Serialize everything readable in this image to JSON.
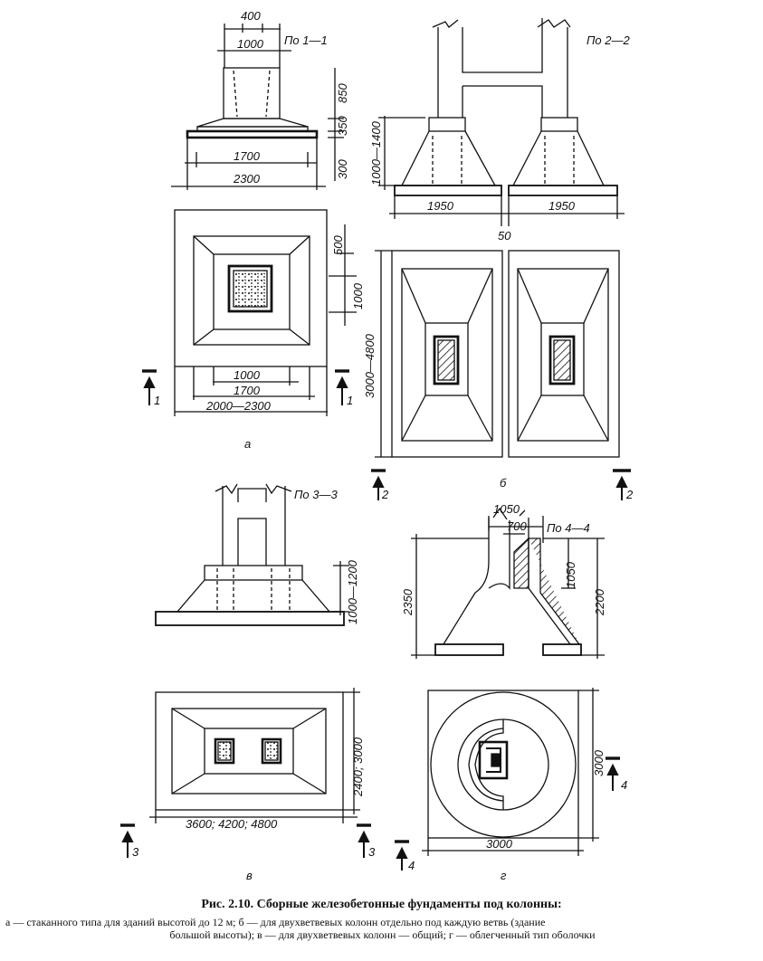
{
  "figure": {
    "title": "Рис. 2.10. Сборные железобетонные фундаменты под колонны:",
    "description_line1": "а — стаканного типа для зданий высотой до 12 м; б — для двухветвевых колонн отдельно под каждую ветвь (здание",
    "description_line2": "большой высоты); в — для двухветвевых колонн — общий; г — облегченный тип оболочки"
  },
  "panel_a": {
    "label": "а",
    "section_title": "По 1—1",
    "dims": {
      "top_400": "400",
      "top_1000": "1000",
      "side_850": "850",
      "side_350": "350",
      "side_300": "300",
      "bottom_1700": "1700",
      "bottom_2300": "2300",
      "plan_500": "500",
      "plan_1000_right": "1000",
      "plan_1000": "1000",
      "plan_1700": "1700",
      "plan_2000_2300": "2000—2300"
    },
    "section_marks": [
      "1",
      "1"
    ]
  },
  "panel_b": {
    "label": "б",
    "section_title": "По 2—2",
    "dims": {
      "height_1000_1400": "1000—1400",
      "width_1950_left": "1950",
      "width_1950_right": "1950",
      "gap_50": "50",
      "plan_3000_4800": "3000—4800"
    },
    "section_marks": [
      "2",
      "2"
    ]
  },
  "panel_v": {
    "label": "в",
    "section_title": "По 3—3",
    "dims": {
      "height_1000_1200": "1000—1200",
      "plan_width": "3600; 4200; 4800",
      "plan_height": "2400; 3000"
    },
    "section_marks": [
      "3",
      "3"
    ]
  },
  "panel_g": {
    "label": "г",
    "section_title": "По 4—4",
    "dims": {
      "top_1050": "1050",
      "top_700": "700",
      "right_1050": "1050",
      "right_2200": "2200",
      "left_2350": "2350",
      "plan_3000_right": "3000",
      "plan_3000_bottom": "3000"
    },
    "section_marks": [
      "4",
      "4"
    ]
  }
}
